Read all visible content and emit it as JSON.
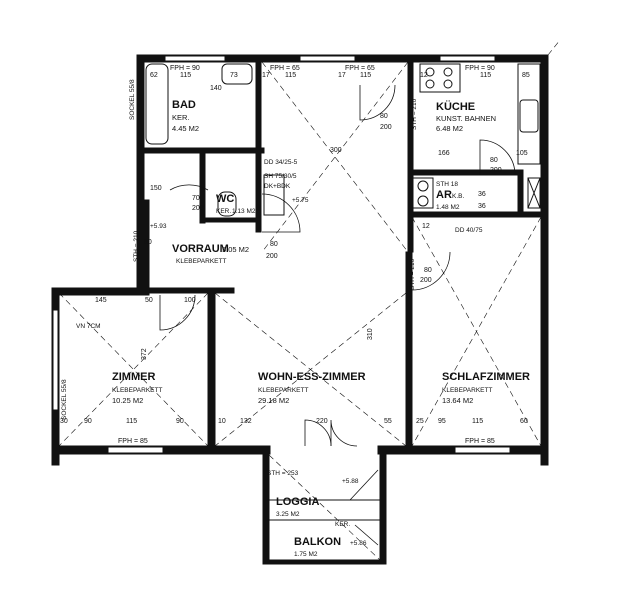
{
  "rooms": {
    "bad": {
      "name": "BAD",
      "floor": "KER.",
      "area": "4.45 M2"
    },
    "kueche": {
      "name": "KÜCHE",
      "floor": "KUNST. BAHNEN",
      "area": "6.48 M2"
    },
    "wc": {
      "name": "WC",
      "floor": "KER.",
      "area": "1.13 M2"
    },
    "ar": {
      "name": "AR",
      "floor": "K.B.",
      "area": "1.48 M2"
    },
    "vorraum": {
      "name": "VORRAUM",
      "area": "5.05 M2",
      "floor": "KLEBEPARKETT"
    },
    "zimmer": {
      "name": "ZIMMER",
      "floor": "KLEBEPARKETT",
      "area": "10.25 M2"
    },
    "wohn": {
      "name": "WOHN-ESS-ZIMMER",
      "floor": "KLEBEPARKETT",
      "area": "29.18 M2"
    },
    "schlaf": {
      "name": "SCHLAFZIMMER",
      "floor": "KLEBEPARKETT",
      "area": "13.64 M2"
    },
    "loggia": {
      "name": "LOGGIA",
      "area": "3.25 M2"
    },
    "balkon": {
      "name": "BALKON",
      "area": "1.75 M2"
    }
  },
  "labels": {
    "fph_90_a": "FPH = 90",
    "fph_65_a": "FPH = 65",
    "fph_65_b": "FPH = 65",
    "fph_90_b": "FPH = 90",
    "fph_85_a": "FPH = 85",
    "fph_85_b": "FPH = 85",
    "sth_210_a": "STH = 210",
    "sth_210_b": "STH = 210",
    "sth_210_c": "STH = 210",
    "sth_253": "STH = 253",
    "sth_18": "STH 18",
    "sth_75": "SH 75/30/5",
    "dd": "DD 34/25-5",
    "dk": "DK+BDK",
    "dd_40": "DD 40/75",
    "vn_7cm": "VN 7CM",
    "elev_593": "+5.93",
    "elev_575": "+5.75",
    "elev_588": "+5.88",
    "elev_586": "+5.86",
    "ker": "KER.",
    "sockel_a": "SOCKEL 55/8",
    "sockel_b": "SOCKEL 55/8"
  },
  "dims": {
    "d62": "62",
    "d115a": "115",
    "d73": "73",
    "d17a": "17",
    "d115b": "115",
    "d17b": "17",
    "d115c": "115",
    "d12": "12",
    "d115d": "115",
    "d85": "85",
    "d140": "140",
    "d80": "80",
    "d200": "200",
    "d300": "300",
    "d166": "166",
    "d105": "105",
    "d70": "70",
    "d208": "208",
    "d150": "150",
    "d90": "90",
    "d200b": "200",
    "d80b": "80",
    "d200c": "200",
    "d80c": "80",
    "d200d": "200",
    "d145": "145",
    "d100": "100",
    "d372": "372",
    "d310": "310",
    "d50": "50",
    "d30": "30",
    "d90b": "90",
    "d115e": "115",
    "d90c": "90",
    "d10": "10",
    "d132": "132",
    "d220": "220",
    "d55": "55",
    "d25": "25",
    "d95": "95",
    "d115f": "115",
    "d60": "60",
    "d36": "36",
    "d12b": "12",
    "d36b": "36"
  }
}
